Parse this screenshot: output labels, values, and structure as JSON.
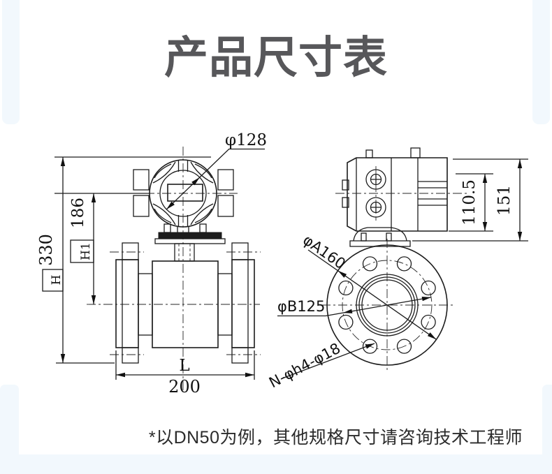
{
  "page": {
    "title": "产品尺寸表",
    "footnote": "*以DN50为例，其他规格尺寸请咨询技术工程师"
  },
  "colors": {
    "background_accent": "#f2f8fd",
    "card": "#ffffff",
    "title_text": "#57575a",
    "line": "#1c1c1c"
  },
  "front_view": {
    "dim_head_diameter": "φ128",
    "dim_total_height": "330",
    "dim_center_to_top": "186",
    "label_h1": "H1",
    "label_h": "H",
    "label_length": "L",
    "dim_length": "200"
  },
  "side_view": {
    "dim_housing_height": "110.5",
    "dim_overall_height": "151",
    "dim_outer_circle": "φA160",
    "dim_bolt_circle": "φB125",
    "dim_bolt_holes": "N-φh4-φ18"
  }
}
